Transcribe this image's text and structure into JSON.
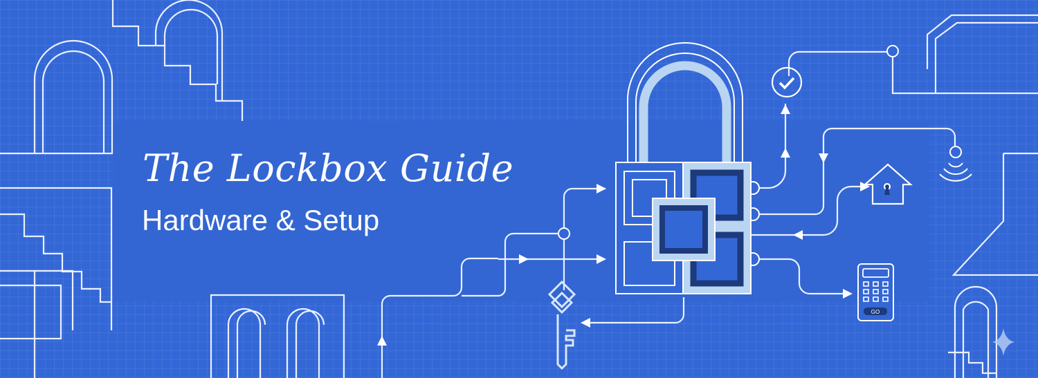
{
  "banner": {
    "title": "The Lockbox Guide",
    "subtitle": "Hardware & Setup"
  },
  "illustration": {
    "keypad_label": "GO",
    "icons": [
      "padlock-icon",
      "key-icon",
      "checkmark-circle-icon",
      "house-keyhole-icon",
      "keypad-icon",
      "wireless-signal-icon",
      "sparkle-icon"
    ]
  },
  "colors": {
    "background": "#3467d6",
    "panel": "#3366d2",
    "line": "#ffffff",
    "light_fill": "#b9d5f2",
    "dark_fill": "#1d3a7c"
  }
}
